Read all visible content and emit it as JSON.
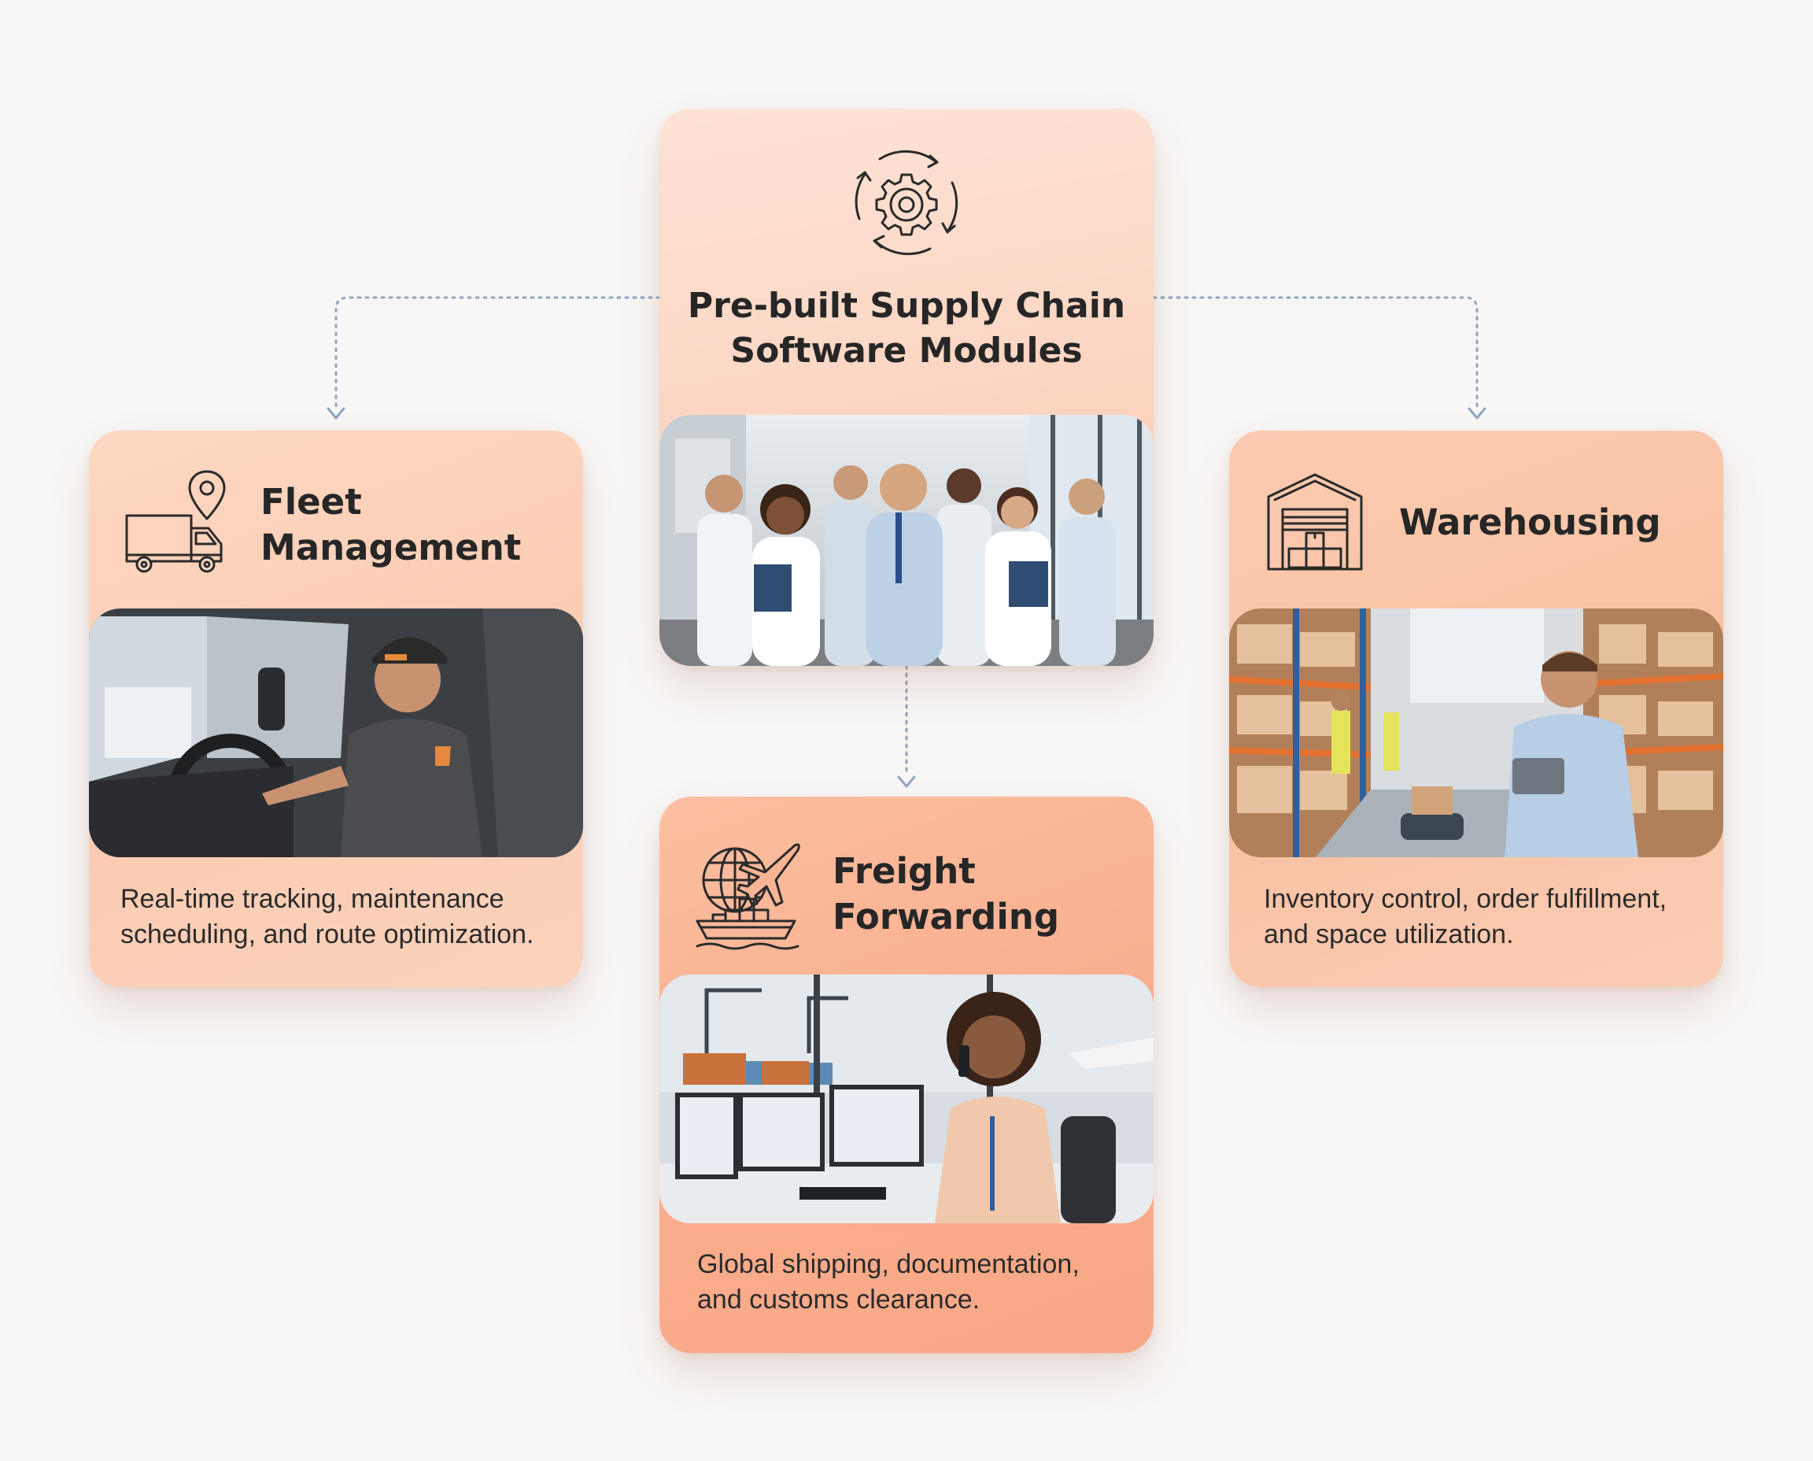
{
  "diagram": {
    "central": {
      "title_line1": "Pre-built Supply Chain",
      "title_line2": "Software Modules",
      "icon": "gear-cycle-icon",
      "photo": "team-of-professionals-photo"
    },
    "modules": [
      {
        "title_line1": "Fleet",
        "title_line2": "Management",
        "icon": "delivery-truck-location-icon",
        "photo": "truck-driver-photo",
        "desc_line1": "Real-time tracking, maintenance",
        "desc_line2": "scheduling, and route optimization."
      },
      {
        "title_line1": "Freight",
        "title_line2": "Forwarding",
        "icon": "globe-plane-ship-icon",
        "photo": "freight-agent-photo",
        "desc_line1": "Global shipping, documentation,",
        "desc_line2": "and customs clearance."
      },
      {
        "title_line1": "Warehousing",
        "icon": "warehouse-icon",
        "photo": "warehouse-aisle-photo",
        "desc_line1": "Inventory control, order fulfillment,",
        "desc_line2": "and space utilization."
      }
    ]
  },
  "colors": {
    "background": "#f8f7f6",
    "connector": "#8fa6c2",
    "card_light": "#fde3d6",
    "card_mid": "#fbc9ad",
    "card_strong": "#f9ad8c",
    "text": "#262626"
  }
}
